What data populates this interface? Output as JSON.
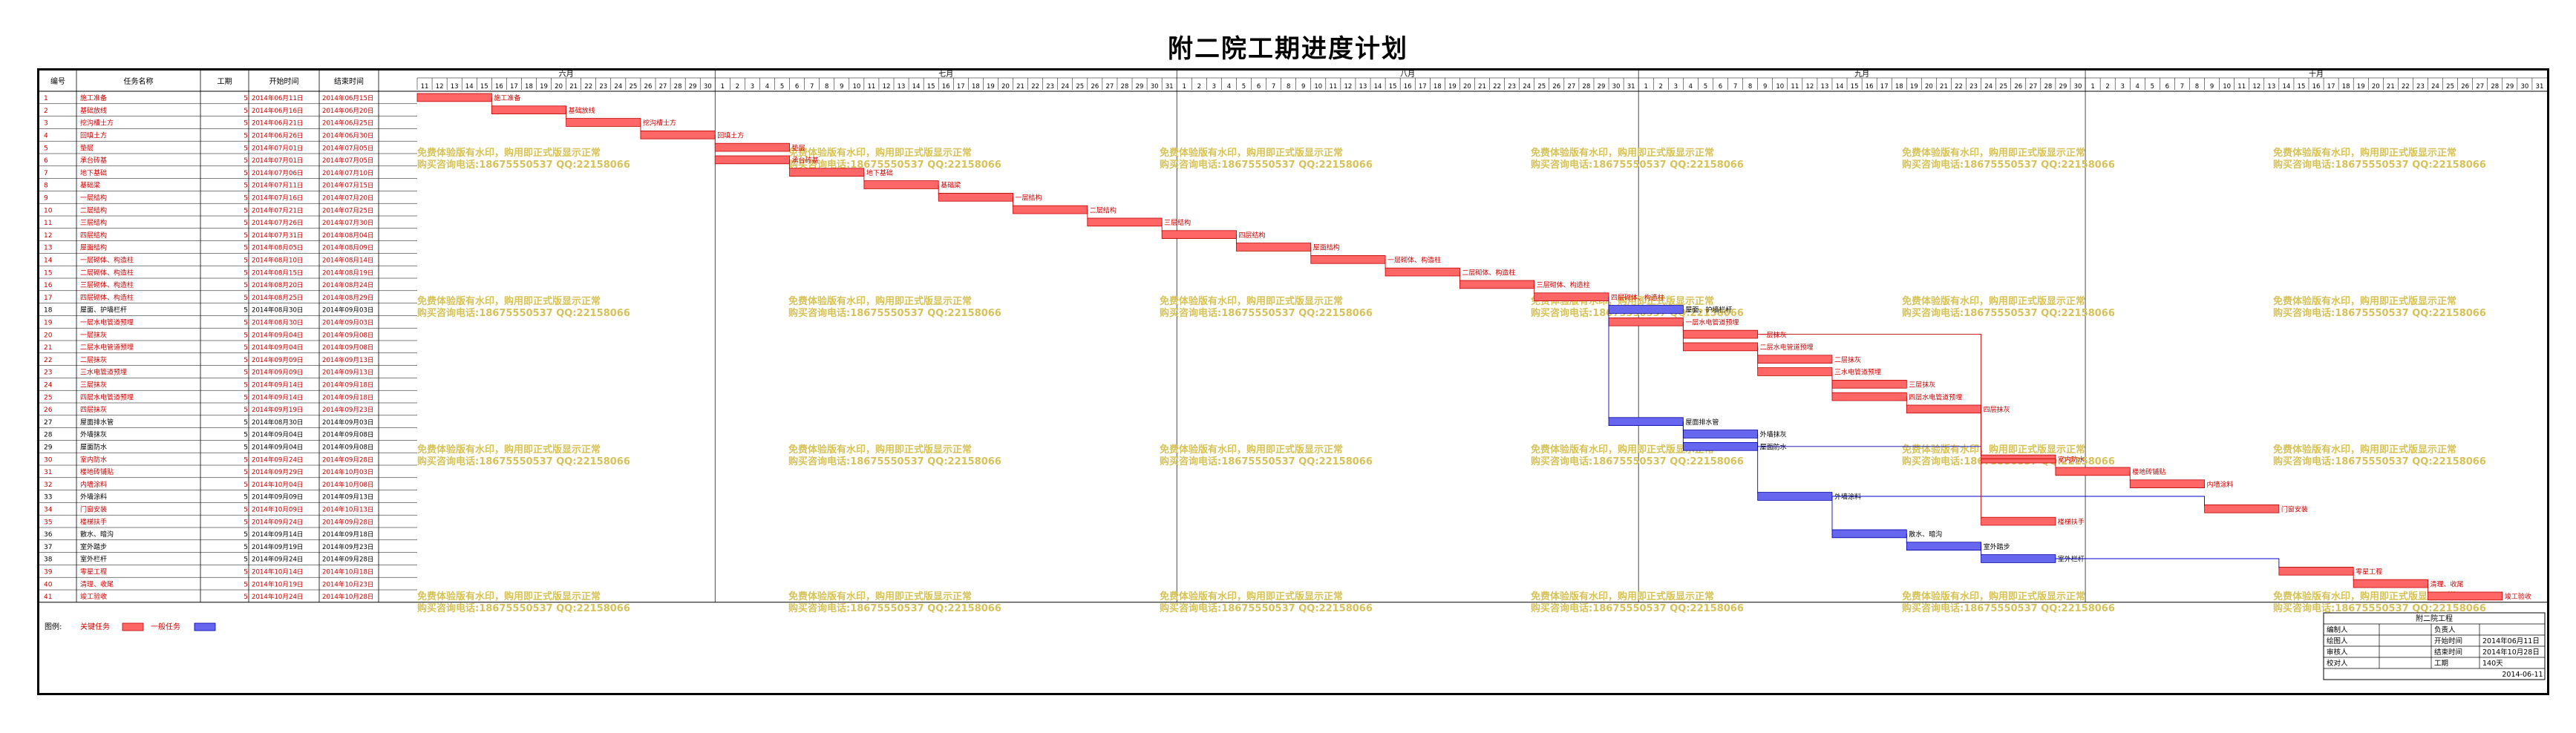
{
  "title": "附二院工期进度计划",
  "table": {
    "headers": [
      "编号",
      "任务名称",
      "工期",
      "开始时间",
      "结束时间"
    ]
  },
  "chart_data": {
    "type": "gantt",
    "timeline": {
      "start_date": "2014-06-11",
      "end_date": "2014-10-31",
      "months": [
        "六月",
        "七月",
        "八月",
        "九月",
        "十月"
      ]
    },
    "tasks": [
      {
        "id": "1",
        "name": "施工准备",
        "duration": "5",
        "start": "2014年06月11日",
        "end": "2014年06月15日",
        "critical": true
      },
      {
        "id": "2",
        "name": "基础放线",
        "duration": "5",
        "start": "2014年06月16日",
        "end": "2014年06月20日",
        "critical": true
      },
      {
        "id": "3",
        "name": "挖沟槽土方",
        "duration": "5",
        "start": "2014年06月21日",
        "end": "2014年06月25日",
        "critical": true
      },
      {
        "id": "4",
        "name": "回填土方",
        "duration": "5",
        "start": "2014年06月26日",
        "end": "2014年06月30日",
        "critical": true
      },
      {
        "id": "5",
        "name": "垫层",
        "duration": "5",
        "start": "2014年07月01日",
        "end": "2014年07月05日",
        "critical": true
      },
      {
        "id": "6",
        "name": "承台砖基",
        "duration": "5",
        "start": "2014年07月01日",
        "end": "2014年07月05日",
        "critical": true
      },
      {
        "id": "7",
        "name": "地下基础",
        "duration": "5",
        "start": "2014年07月06日",
        "end": "2014年07月10日",
        "critical": true
      },
      {
        "id": "8",
        "name": "基础梁",
        "duration": "5",
        "start": "2014年07月11日",
        "end": "2014年07月15日",
        "critical": true
      },
      {
        "id": "9",
        "name": "一层结构",
        "duration": "5",
        "start": "2014年07月16日",
        "end": "2014年07月20日",
        "critical": true
      },
      {
        "id": "10",
        "name": "二层结构",
        "duration": "5",
        "start": "2014年07月21日",
        "end": "2014年07月25日",
        "critical": true
      },
      {
        "id": "11",
        "name": "三层结构",
        "duration": "5",
        "start": "2014年07月26日",
        "end": "2014年07月30日",
        "critical": true
      },
      {
        "id": "12",
        "name": "四层结构",
        "duration": "5",
        "start": "2014年07月31日",
        "end": "2014年08月04日",
        "critical": true
      },
      {
        "id": "13",
        "name": "屋面结构",
        "duration": "5",
        "start": "2014年08月05日",
        "end": "2014年08月09日",
        "critical": true
      },
      {
        "id": "14",
        "name": "一层砌体、构造柱",
        "duration": "5",
        "start": "2014年08月10日",
        "end": "2014年08月14日",
        "critical": true
      },
      {
        "id": "15",
        "name": "二层砌体、构造柱",
        "duration": "5",
        "start": "2014年08月15日",
        "end": "2014年08月19日",
        "critical": true
      },
      {
        "id": "16",
        "name": "三层砌体、构造柱",
        "duration": "5",
        "start": "2014年08月20日",
        "end": "2014年08月24日",
        "critical": true
      },
      {
        "id": "17",
        "name": "四层砌体、构造柱",
        "duration": "5",
        "start": "2014年08月25日",
        "end": "2014年08月29日",
        "critical": true
      },
      {
        "id": "18",
        "name": "屋面、护墙栏杆",
        "duration": "5",
        "start": "2014年08月30日",
        "end": "2014年09月03日",
        "critical": false
      },
      {
        "id": "19",
        "name": "一层水电管道预埋",
        "duration": "5",
        "start": "2014年08月30日",
        "end": "2014年09月03日",
        "critical": true
      },
      {
        "id": "20",
        "name": "一层抹灰",
        "duration": "5",
        "start": "2014年09月04日",
        "end": "2014年09月08日",
        "critical": true
      },
      {
        "id": "21",
        "name": "二层水电管道预埋",
        "duration": "5",
        "start": "2014年09月04日",
        "end": "2014年09月08日",
        "critical": true
      },
      {
        "id": "22",
        "name": "二层抹灰",
        "duration": "5",
        "start": "2014年09月09日",
        "end": "2014年09月13日",
        "critical": true
      },
      {
        "id": "23",
        "name": "三水电管道预埋",
        "duration": "5",
        "start": "2014年09月09日",
        "end": "2014年09月13日",
        "critical": true
      },
      {
        "id": "24",
        "name": "三层抹灰",
        "duration": "5",
        "start": "2014年09月14日",
        "end": "2014年09月18日",
        "critical": true
      },
      {
        "id": "25",
        "name": "四层水电管道预埋",
        "duration": "5",
        "start": "2014年09月14日",
        "end": "2014年09月18日",
        "critical": true
      },
      {
        "id": "26",
        "name": "四层抹灰",
        "duration": "5",
        "start": "2014年09月19日",
        "end": "2014年09月23日",
        "critical": true
      },
      {
        "id": "27",
        "name": "屋面排水管",
        "duration": "5",
        "start": "2014年08月30日",
        "end": "2014年09月03日",
        "critical": false
      },
      {
        "id": "28",
        "name": "外墙抹灰",
        "duration": "5",
        "start": "2014年09月04日",
        "end": "2014年09月08日",
        "critical": false
      },
      {
        "id": "29",
        "name": "屋面防水",
        "duration": "5",
        "start": "2014年09月04日",
        "end": "2014年09月08日",
        "critical": false
      },
      {
        "id": "30",
        "name": "室内防水",
        "duration": "5",
        "start": "2014年09月24日",
        "end": "2014年09月28日",
        "critical": true
      },
      {
        "id": "31",
        "name": "楼地砖铺贴",
        "duration": "5",
        "start": "2014年09月29日",
        "end": "2014年10月03日",
        "critical": true
      },
      {
        "id": "32",
        "name": "内墙涂料",
        "duration": "5",
        "start": "2014年10月04日",
        "end": "2014年10月08日",
        "critical": true
      },
      {
        "id": "33",
        "name": "外墙涂料",
        "duration": "5",
        "start": "2014年09月09日",
        "end": "2014年09月13日",
        "critical": false
      },
      {
        "id": "34",
        "name": "门窗安装",
        "duration": "5",
        "start": "2014年10月09日",
        "end": "2014年10月13日",
        "critical": true
      },
      {
        "id": "35",
        "name": "楼梯扶手",
        "duration": "5",
        "start": "2014年09月24日",
        "end": "2014年09月28日",
        "critical": true
      },
      {
        "id": "36",
        "name": "散水、暗沟",
        "duration": "5",
        "start": "2014年09月14日",
        "end": "2014年09月18日",
        "critical": false
      },
      {
        "id": "37",
        "name": "室外踏步",
        "duration": "5",
        "start": "2014年09月19日",
        "end": "2014年09月23日",
        "critical": false
      },
      {
        "id": "38",
        "name": "室外栏杆",
        "duration": "5",
        "start": "2014年09月24日",
        "end": "2014年09月28日",
        "critical": false
      },
      {
        "id": "39",
        "name": "零星工程",
        "duration": "5",
        "start": "2014年10月14日",
        "end": "2014年10月18日",
        "critical": true
      },
      {
        "id": "40",
        "name": "清理、收尾",
        "duration": "5",
        "start": "2014年10月19日",
        "end": "2014年10月23日",
        "critical": true
      },
      {
        "id": "41",
        "name": "竣工验收",
        "duration": "5",
        "start": "2014年10月24日",
        "end": "2014年10月28日",
        "critical": true
      }
    ],
    "legend": {
      "label": "图例:",
      "critical": "关键任务",
      "normal": "一般任务"
    },
    "colors": {
      "critical": "#ff6666",
      "critical_text": "#cc0000",
      "normal": "#6666ee",
      "normal_line": "#0000cc"
    }
  },
  "watermark": {
    "line1": "免费体验版有水印，购用即正式版显示正常",
    "line2": "购买咨询电话:18675550537 QQ:22158066",
    "color": "#d6c258"
  },
  "info_box": {
    "project": "附二院工程",
    "rows": [
      [
        "编制人",
        "",
        "负责人",
        ""
      ],
      [
        "绘图人",
        "",
        "开始时间",
        "2014年06月11日"
      ],
      [
        "审核人",
        "",
        "结束时间",
        "2014年10月28日"
      ],
      [
        "校对人",
        "",
        "工期",
        "140天"
      ]
    ],
    "date": "2014-06-11"
  }
}
